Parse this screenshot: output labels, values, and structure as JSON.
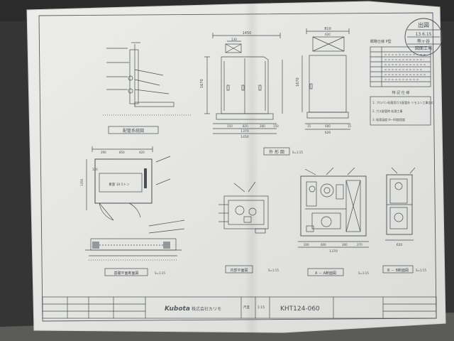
{
  "drawing": {
    "stamp": {
      "top": "出図",
      "date": "13.6.15",
      "company": "熊ヶ谷",
      "section": "図面工場"
    },
    "spec_title": "概略仕様 P型",
    "notes_header": "特 記 仕 様",
    "notes": [
      "1. プロパン処理用ガス配管外 リモコン工事含む",
      "2. ガス配管時 処理工事",
      "3. 給湯温度 0～40度程度"
    ],
    "views": {
      "piping_plan": "配管系統図",
      "elevation": "外 形 図",
      "foundation": "基礎平面断面図",
      "internal_plan": "内部平面図",
      "section_aa": "A － A断面図",
      "section_bb": "B － B断面図"
    },
    "dimensions": {
      "elev_top_total": "1450",
      "elev_top_small": "130",
      "elev_bottom_total": "1370",
      "elev_bottom_overall": "1450",
      "elev_bottom_parts": [
        "150",
        "820",
        "280",
        "150"
      ],
      "elev_height": "1670",
      "side_top": "810",
      "side_top_inner": "620",
      "side_height": "1670",
      "side_bottom": [
        "15",
        "600",
        "15"
      ],
      "side_bottom_total": "620",
      "found_top": [
        "290",
        "850",
        "420"
      ],
      "found_height": "1350",
      "found_side": "320",
      "found_label": "重量 10.5トン",
      "aa_bottom_total": "1370",
      "aa_bottom_parts": [
        "200",
        "600",
        "300",
        "270"
      ],
      "bb_bottom": "620"
    },
    "scales": {
      "elevation": "S=1:15",
      "foundation": "S=1:15",
      "internal": "S=1:15",
      "section_aa": "S=1:15",
      "section_bb": "S=1:15"
    },
    "title_block": {
      "logo_text": "Kubota",
      "company": "株式会社カリモ",
      "drawing_no": "KHT124-060",
      "scale_label": "尺度",
      "scale_value": "1:15"
    }
  },
  "colors": {
    "paper": "#f1f1ee",
    "ink": "#4c4f55",
    "background": "#3a3a3a",
    "concrete": "#eceae6"
  }
}
